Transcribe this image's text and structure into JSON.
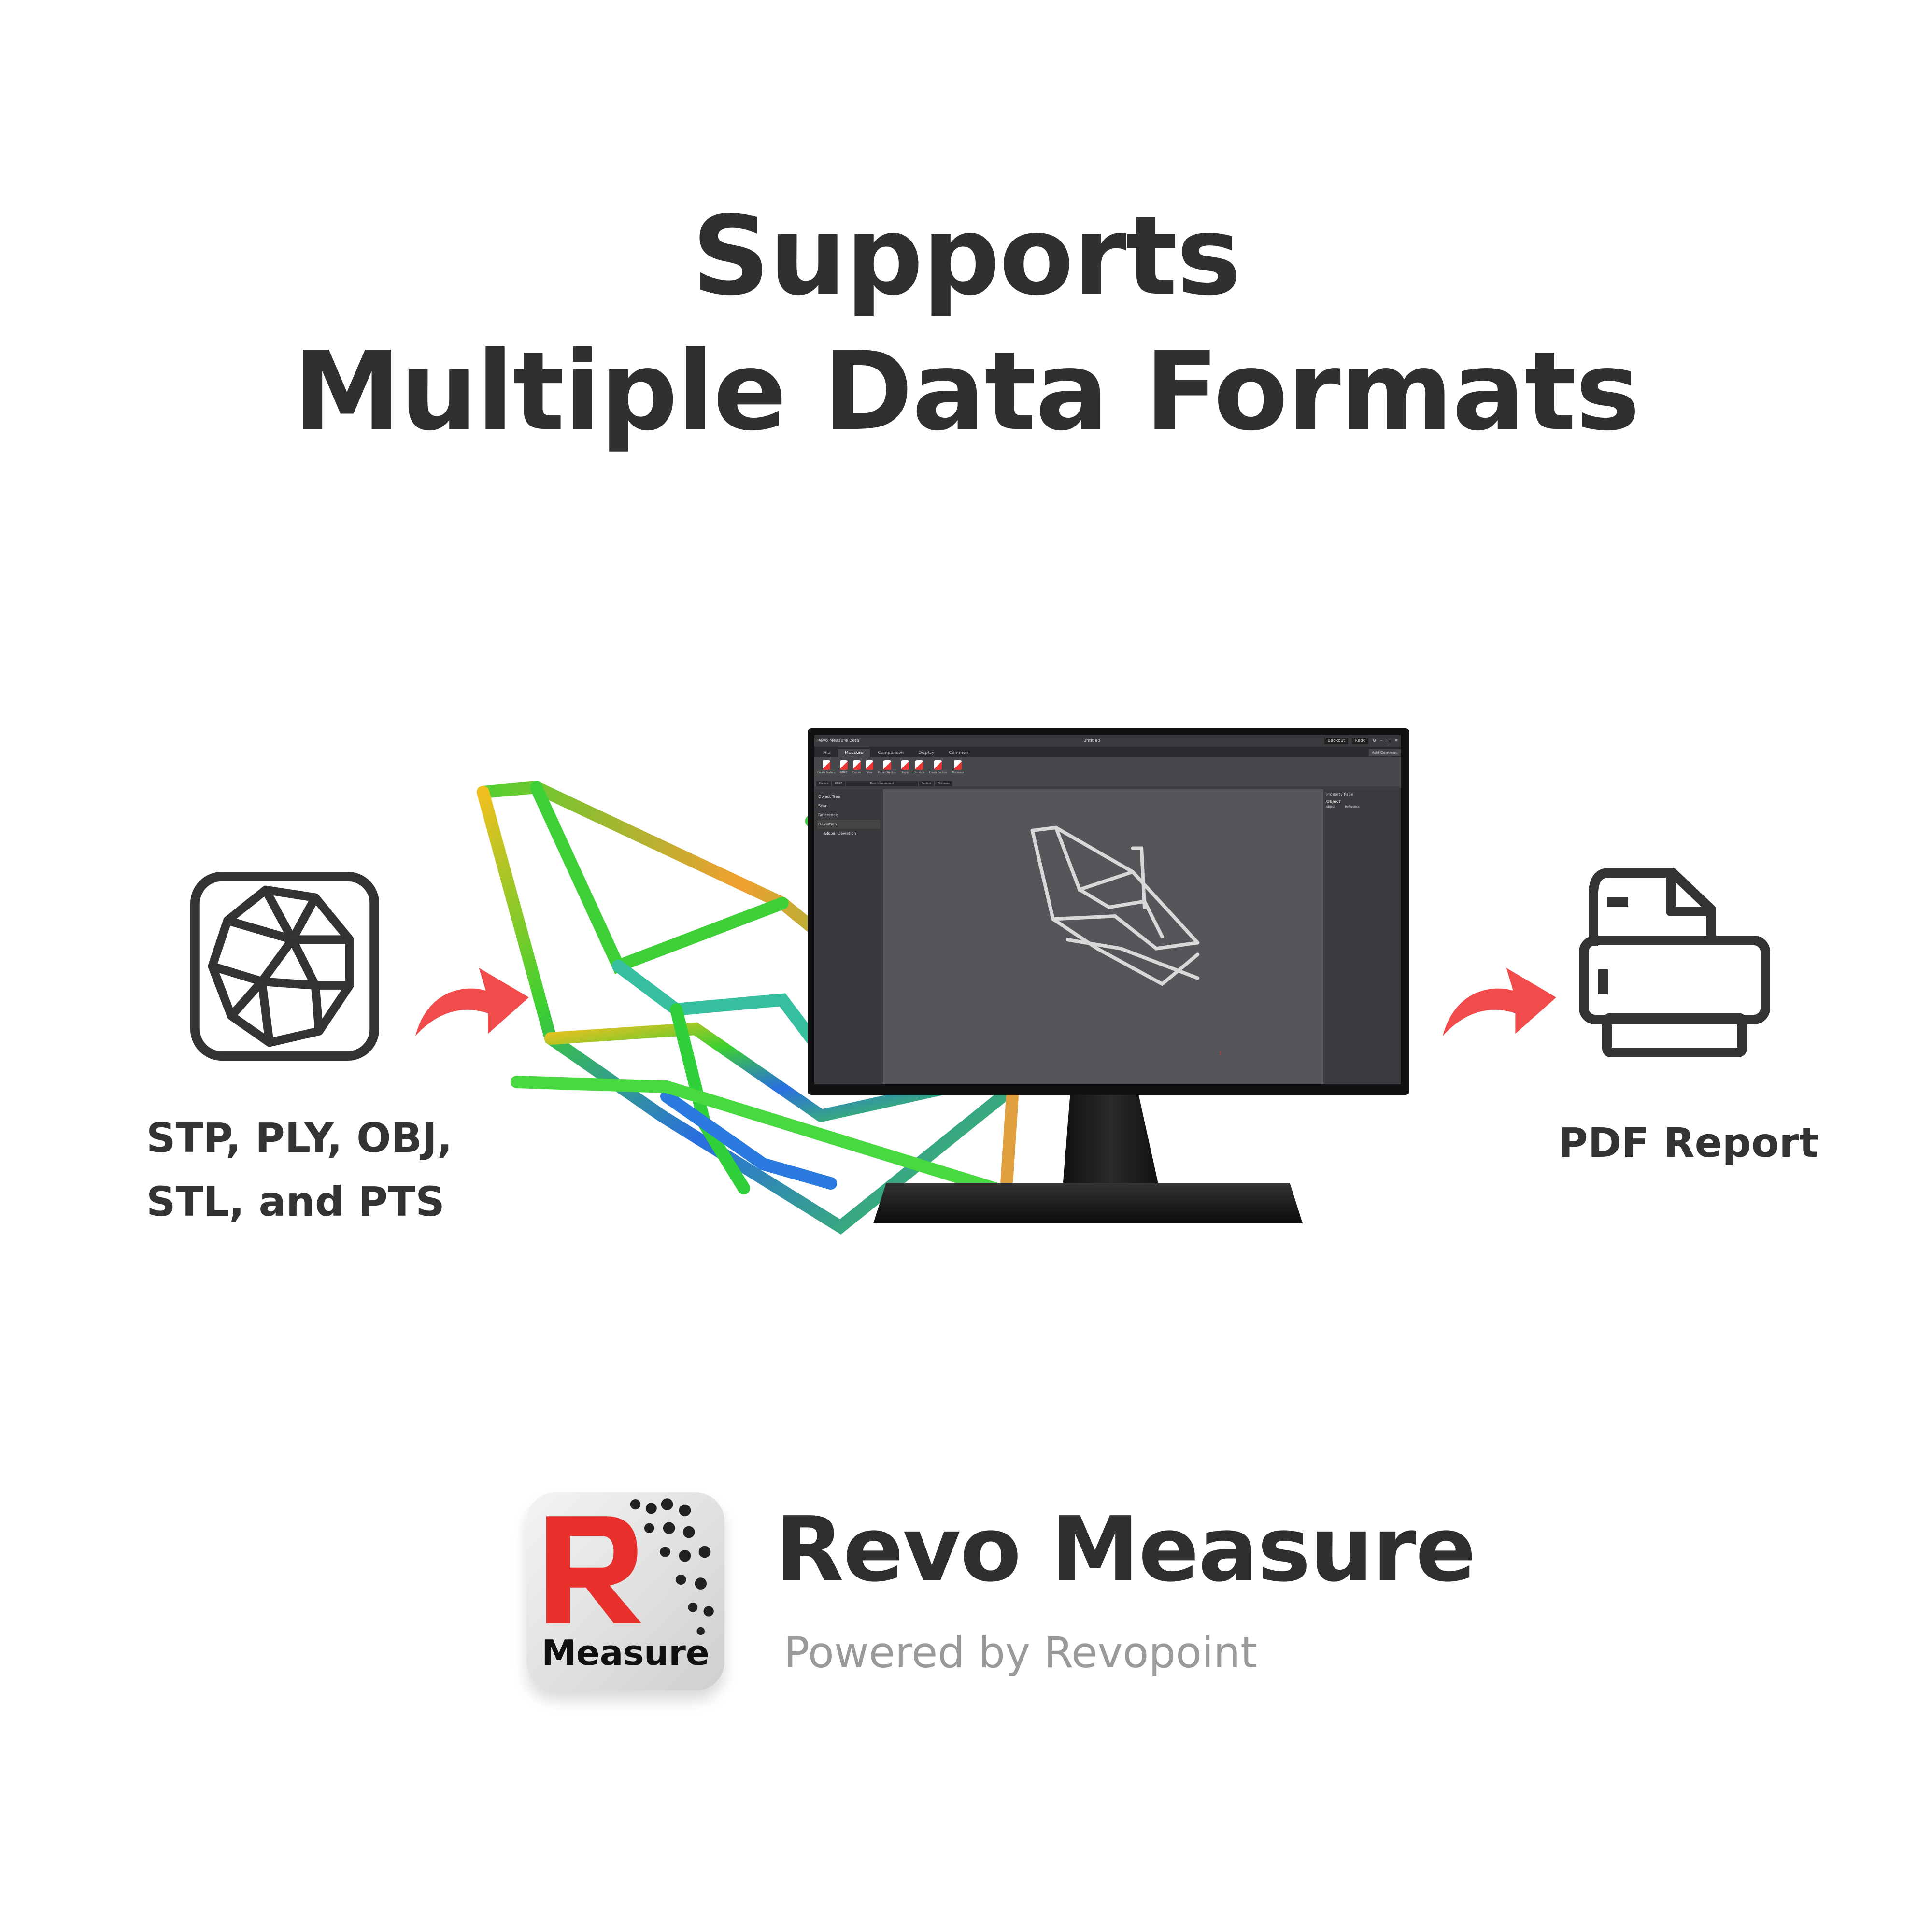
{
  "headline": {
    "line1": "Supports",
    "line2": "Multiple Data Formats"
  },
  "input": {
    "icon": "polygon-mesh-icon",
    "formats_line1": "STP, PLY, OBJ,",
    "formats_line2": "STL, and PTS"
  },
  "output": {
    "icon": "printer-icon",
    "label": "PDF Report"
  },
  "colors": {
    "arrow": "#f24b4b",
    "text": "#333333",
    "app_bg": "#3d3e42",
    "accent_red": "#e63333"
  },
  "app": {
    "app_name": "Revo Measure Beta",
    "doc_title": "untitled",
    "undo_label": "Backout",
    "redo_label": "Redo",
    "add_common": "Add Common",
    "tabs": [
      "File",
      "Measure",
      "Comparison",
      "Display",
      "Common"
    ],
    "active_tab": "Measure",
    "tools": [
      "Create Feature",
      "GD&T",
      "Datum",
      "View",
      "Plane Direction",
      "Angle",
      "Distance",
      "Create Section",
      "Thickness"
    ],
    "tool_groups": [
      "Feature",
      "GD&T",
      "Basic Measurement",
      "Section",
      "Thickness"
    ],
    "object_tree": {
      "title": "Object Tree",
      "items": [
        "Scan",
        "Reference",
        "Deviation",
        "Global Deviation"
      ]
    },
    "property_page": {
      "title": "Property Page",
      "heading": "Object",
      "col1": "object",
      "col2": "Reference"
    }
  },
  "brand": {
    "name": "Revo Measure",
    "tagline": "Powered by Revopoint",
    "logo_text": "Measure"
  }
}
